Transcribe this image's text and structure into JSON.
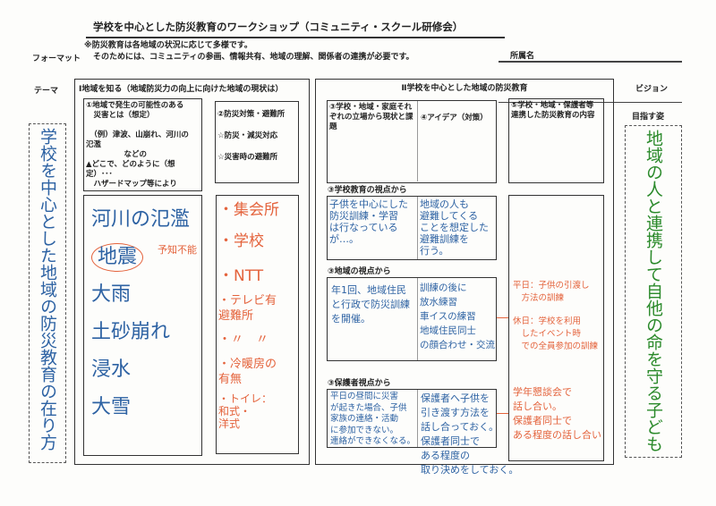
{
  "title": "学校を中心とした防災教育のワークショップ（コミュニティ・スクール研修会）",
  "format_label": "フォーマット",
  "notes": [
    "※防災教育は各地域の状況に応じて多様です。",
    "そのためには、コミュニティの参画、情報共有、地域の理解、関係者の連携が必要です。"
  ],
  "affiliation_label": "所属名",
  "theme_label": "テーマ",
  "theme_text": "学校を中心とした地域の防災教育の在り方",
  "vision_label": "ビジョン",
  "goal_label": "目指す姿",
  "vision_text": "地域の人と連携して自他の命を守る子ども",
  "section1": {
    "header": "Ⅰ地域を知る（地域防災力の向上に向けた地域の現状は）",
    "q1": "①地域で発生の可能性のある\n　災害とは（想定）\n\n　（例）津波、山崩れ、河川の\n氾濫\n　　　　　などの\n▲どこで、どのように（想定）･･･\n　ハザードマップ等により",
    "q2": "②防災対策・避難所\n\n☆防災・減災対応\n\n☆災害時の避難所",
    "a1": [
      "河川の氾濫",
      "地震",
      "大雨",
      "土砂崩れ",
      "浸水",
      "大雪"
    ],
    "a1_note": "予知不能",
    "a2": [
      "・集会所",
      "・学校",
      "・NTT",
      "・テレビ有\n避難所",
      "・〃　〃",
      "・冷暖房の\n有無",
      "・トイレ：\n和式・\n洋式"
    ]
  },
  "section2": {
    "header": "Ⅱ学校を中心とした地域の防災教育",
    "q3": "③学校・地域・家庭それぞれの立場から現状と課題",
    "q4": "④アイデア（対策）",
    "q5": "⑤学校・地域・保護者等連携した防災教育の内容",
    "school_label": "③学校教育の視点から",
    "school_issue": "子供を中心にした\n防災訓練・学習\nは行なっているが…。",
    "school_idea": "地域の人も\n避難してくる\nことを想定した\n避難訓練を\n行う。",
    "community_label": "③地域の視点から",
    "community_issue": "年1回、地域住民\nと行政で防災訓練\nを開催。",
    "community_idea": "訓練の後に\n放水練習\n車イスの練習\n地域住民同士\nの顔合わせ・交流",
    "parent_label": "③保護者視点から",
    "parent_issue": "平日の昼間に災害\nが起きた場合、子供\n家族の連絡・活動\nに参加できない。\n連絡ができなくなる。",
    "parent_idea": "保護者へ子供を\n引き渡す方法を\n話し合っておく。\n保護者同士で\nある程度の\n取り決めをしておく。",
    "content_weekday": "平日：子供の引渡し\n　方法の訓練",
    "content_holiday": "休日：学校を利用\n　したイベント時\n　での全員参加の訓練",
    "content_pta": "学年懇談会で\n話し合い。\n保護者同士で\nある程度の話し合い"
  },
  "colors": {
    "blue_ink": "#2d62a3",
    "orange_ink": "#e4633c",
    "green_ink": "#2b8a2b"
  }
}
